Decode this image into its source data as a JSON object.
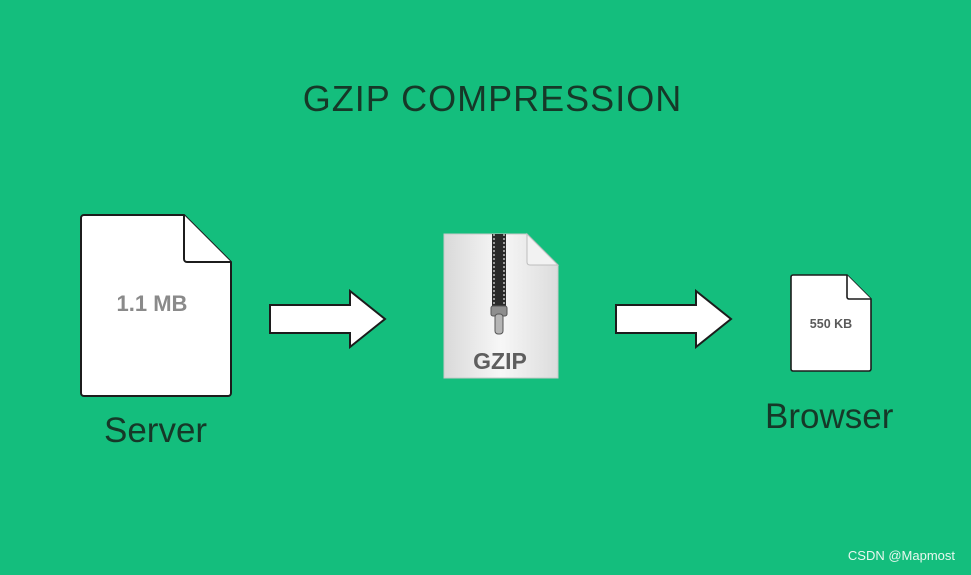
{
  "title": "GZIP COMPRESSION",
  "server": {
    "caption": "Server",
    "size_label": "1.1 MB"
  },
  "archive": {
    "label": "GZIP"
  },
  "browser": {
    "caption": "Browser",
    "size_label": "550 KB"
  },
  "watermark": "CSDN @Mapmost",
  "colors": {
    "background": "#14be7d",
    "text": "#163828"
  }
}
